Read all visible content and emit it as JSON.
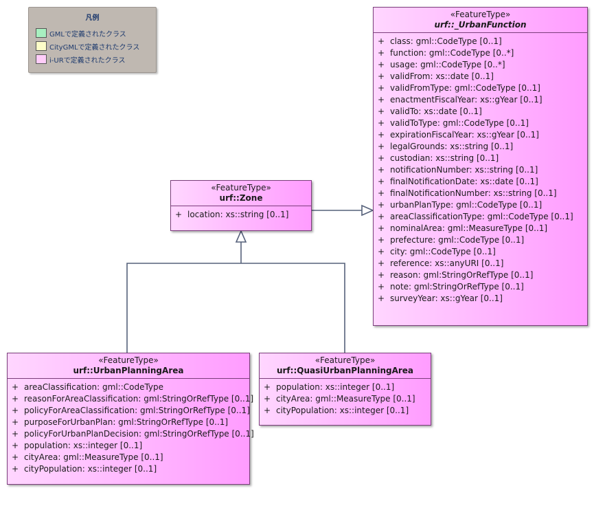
{
  "legend": {
    "title": "凡例",
    "items": [
      {
        "label": "GMLで定義されたクラス",
        "color": "#a8f0c0"
      },
      {
        "label": "CityGMLで定義されたクラス",
        "color": "#fdfdc8"
      },
      {
        "label": "i-URで定義されたクラス",
        "color": "#ffcdf9"
      }
    ]
  },
  "classes": {
    "urbanFunction": {
      "stereotype": "«FeatureType»",
      "name": "urf::_UrbanFunction",
      "attributes": [
        "class: gml::CodeType [0..1]",
        "function: gml::CodeType [0..*]",
        "usage: gml::CodeType [0..*]",
        "validFrom: xs::date [0..1]",
        "validFromType: gml::CodeType [0..1]",
        "enactmentFiscalYear: xs::gYear [0..1]",
        "validTo: xs::date [0..1]",
        "validToType: gml::CodeType [0..1]",
        "expirationFiscalYear: xs::gYear [0..1]",
        "legalGrounds: xs::string [0..1]",
        "custodian: xs::string [0..1]",
        "notificationNumber: xs::string [0..1]",
        "finalNotificationDate: xs::date [0..1]",
        "finalNotificationNumber: xs::string [0..1]",
        "urbanPlanType: gml::CodeType [0..1]",
        "areaClassificationType: gml::CodeType [0..1]",
        "nominalArea: gml::MeasureType [0..1]",
        "prefecture: gml::CodeType [0..1]",
        "city: gml::CodeType [0..1]",
        "reference: xs::anyURI [0..1]",
        "reason: gml:StringOrRefType [0..1]",
        "note: gml:StringOrRefType [0..1]",
        "surveyYear: xs::gYear [0..1]"
      ]
    },
    "zone": {
      "stereotype": "«FeatureType»",
      "name": "urf::Zone",
      "attributes": [
        "location: xs::string [0..1]"
      ]
    },
    "urbanPlanningArea": {
      "stereotype": "«FeatureType»",
      "name": "urf::UrbanPlanningArea",
      "attributes": [
        "areaClassification: gml::CodeType",
        "reasonForAreaClassification: gml:StringOrRefType [0..1]",
        "policyForAreaClassification: gml:StringOrRefType [0..1]",
        "purposeForUrbanPlan: gml:StringOrRefType [0..1]",
        "policyForUrbanPlanDecision: gml:StringOrRefType [0..1]",
        "population: xs::integer [0..1]",
        "cityArea: gml::MeasureType [0..1]",
        "cityPopulation: xs::integer [0..1]"
      ]
    },
    "quasiUrbanPlanningArea": {
      "stereotype": "«FeatureType»",
      "name": "urf::QuasiUrbanPlanningArea",
      "attributes": [
        "population: xs::integer [0..1]",
        "cityArea: gml::MeasureType [0..1]",
        "cityPopulation: xs::integer [0..1]"
      ]
    }
  },
  "visibility_symbol": "+"
}
